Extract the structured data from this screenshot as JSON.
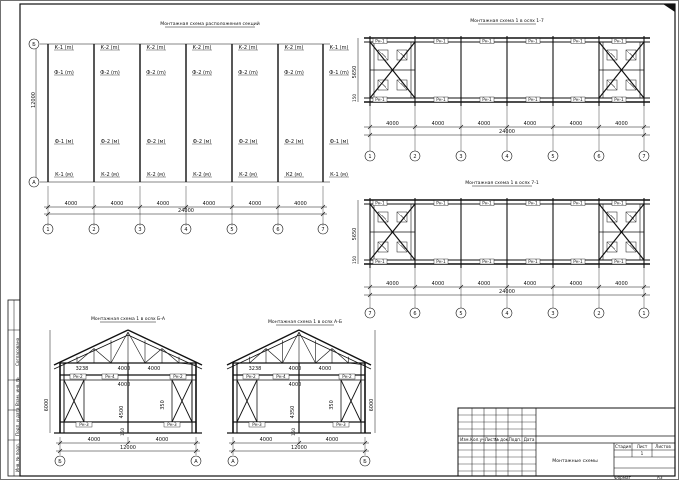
{
  "plan": {
    "title": "Монтажная схема расположения секций",
    "axis_top": "Б",
    "axis_bottom": "А",
    "dim_vertical": "12000",
    "top_labels": [
      "К-1 (m)",
      "К-2 (m)",
      "К-2 (m)",
      "К-2 (m)",
      "К-2 (m)",
      "К-2 (m)",
      "К-1 (m)"
    ],
    "upper_labels": [
      "Ф-1 (m)",
      "Ф-2 (m)",
      "Ф-2 (m)",
      "Ф-2 (m)",
      "Ф-2 (m)",
      "Ф-2 (m)",
      "Ф-1 (m)"
    ],
    "lower_labels": [
      "Ф-1 (м)",
      "Ф-2 (м)",
      "Ф-2 (м)",
      "Ф-2 (м)",
      "Ф-2 (м)",
      "Ф-2 (м)",
      "Ф-1 (м)"
    ],
    "bottom_labels": [
      "К-1 (м)",
      "К-2 (м)",
      "К-2 (м)",
      "К-2 (м)",
      "К-2 (м)",
      "К2 (м)",
      "К-1 (м)"
    ],
    "spans": [
      "4000",
      "4000",
      "4000",
      "4000",
      "4000",
      "4000"
    ],
    "total": "24000",
    "axes": [
      "1",
      "2",
      "3",
      "4",
      "5",
      "6",
      "7"
    ]
  },
  "sec1": {
    "title": "Монтажная схема 1 в осях 1-7",
    "rn": "Рн-1",
    "dim_height": "5650",
    "dim_small": "150",
    "spans": [
      "4000",
      "4000",
      "4000",
      "4000",
      "4000",
      "4000"
    ],
    "total": "24000",
    "axes": [
      "1",
      "2",
      "3",
      "4",
      "5",
      "6",
      "7"
    ]
  },
  "sec2": {
    "title": "Монтажная схема 1 в осях 7-1",
    "rn": "Рн-1",
    "dim_height": "5650",
    "dim_small": "150",
    "spans": [
      "4000",
      "4000",
      "4000",
      "4000",
      "4000",
      "4000"
    ],
    "total": "24000",
    "axes": [
      "7",
      "6",
      "5",
      "4",
      "3",
      "2",
      "1"
    ]
  },
  "sec3": {
    "title": "Монтажная схема 1 в осях Б-А",
    "w1": "3238",
    "w2": "4000",
    "rn2": "Рн-2",
    "rn3": "Рн-3",
    "rn4": "Рн-4",
    "h_total": "6000",
    "h_a": "4500",
    "h_b": "350",
    "small": "150",
    "half1": "4000",
    "half2": "4000",
    "total": "12000",
    "axis_left": "Б",
    "axis_right": "А"
  },
  "sec4": {
    "title": "Монтажная схема 1 в осях А-Б",
    "w1": "3238",
    "w2": "4000",
    "rn2": "Рн-2",
    "rn3": "Рн-3",
    "rn4": "Рн-4",
    "h_total": "6000",
    "h_a": "4350",
    "h_b": "350",
    "small": "150",
    "half1": "4000",
    "half2": "4000",
    "total": "12000",
    "axis_left": "А",
    "axis_right": "Б"
  },
  "side_stamp": [
    "Согласовано",
    "Взам. инв. №",
    "Подп. и дата",
    "Инв. № подл."
  ],
  "title_block": {
    "cols": [
      "Изм.",
      "Кол.уч.",
      "Лист",
      "№ док.",
      "Подп.",
      "Дата"
    ],
    "stage_label": "Стадия",
    "sheet_label": "Лист",
    "sheets_label": "Листов",
    "sheet_value": "1",
    "drawing_name": "Монтажные схемы",
    "format_label": "Формат",
    "format_value": "А3"
  }
}
